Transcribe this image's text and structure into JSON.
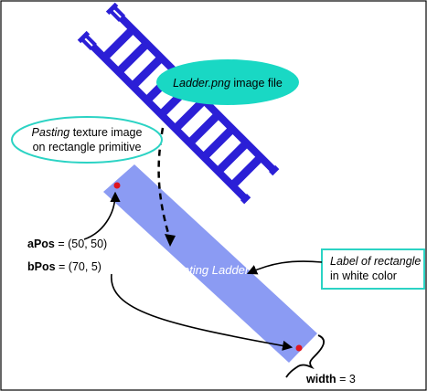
{
  "callouts": {
    "image_file": {
      "italic": "Ladder.png",
      "rest": " image file"
    },
    "pasting": {
      "line1_italic": "Pasting",
      "line1_rest": " texture image",
      "line2": "on rectangle primitive"
    },
    "label_of_rect": {
      "line1_italic": "Label of rectangle",
      "line2": "in white color"
    }
  },
  "rect_label": "Rotating Ladder",
  "points": {
    "a": {
      "name": "aPos",
      "value": " = (50, 50)"
    },
    "b": {
      "name": "bPos",
      "value": " = (70, 5)"
    }
  },
  "width_label": {
    "name": "width",
    "value": " = 3"
  },
  "colors": {
    "frame": "#000000",
    "ladder": "#2b1fd6",
    "rectangle": "#8b9bf3",
    "teal_fill": "#19d8c4",
    "teal_border": "#2bd3c4",
    "point": "#e0141e",
    "label_white": "#ffffff"
  }
}
